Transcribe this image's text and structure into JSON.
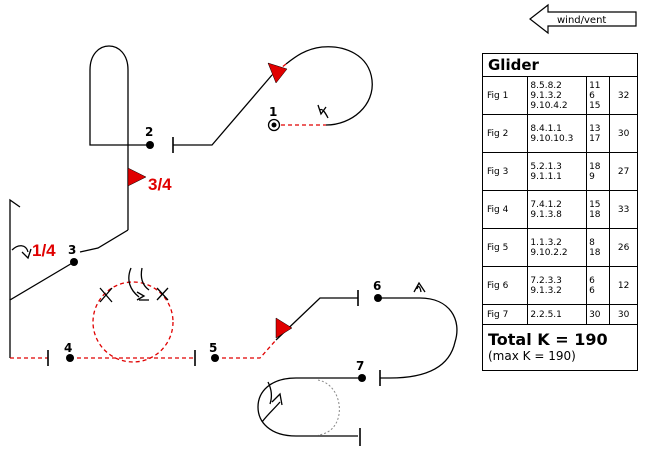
{
  "wind": {
    "label": "wind/vent"
  },
  "figure_labels": [
    "1",
    "2",
    "3",
    "4",
    "5",
    "6",
    "7"
  ],
  "roll_labels": [
    "3/4",
    "1/4"
  ],
  "colors": {
    "roll": "#e00000",
    "dashed": "#e00000",
    "line": "#000000"
  },
  "table": {
    "title": "Glider",
    "rows": [
      {
        "fig": "Fig 1",
        "catalog": "8.5.8.2\n9.1.3.2\n9.10.4.2",
        "k": "11\n6\n15",
        "total": "32"
      },
      {
        "fig": "Fig 2",
        "catalog": "8.4.1.1\n9.10.10.3",
        "k": "13\n17",
        "total": "30"
      },
      {
        "fig": "Fig 3",
        "catalog": "5.2.1.3\n9.1.1.1",
        "k": "18\n9",
        "total": "27"
      },
      {
        "fig": "Fig 4",
        "catalog": "7.4.1.2\n9.1.3.8",
        "k": "15\n18",
        "total": "33"
      },
      {
        "fig": "Fig 5",
        "catalog": "1.1.3.2\n9.10.2.2",
        "k": "8\n18",
        "total": "26"
      },
      {
        "fig": "Fig 6",
        "catalog": "7.2.3.3\n9.1.3.2",
        "k": "6\n6",
        "total": "12"
      },
      {
        "fig": "Fig 7",
        "catalog": "2.2.5.1",
        "k": "30",
        "total": "30"
      }
    ],
    "total": "Total K = 190",
    "max": "(max K = 190)"
  }
}
